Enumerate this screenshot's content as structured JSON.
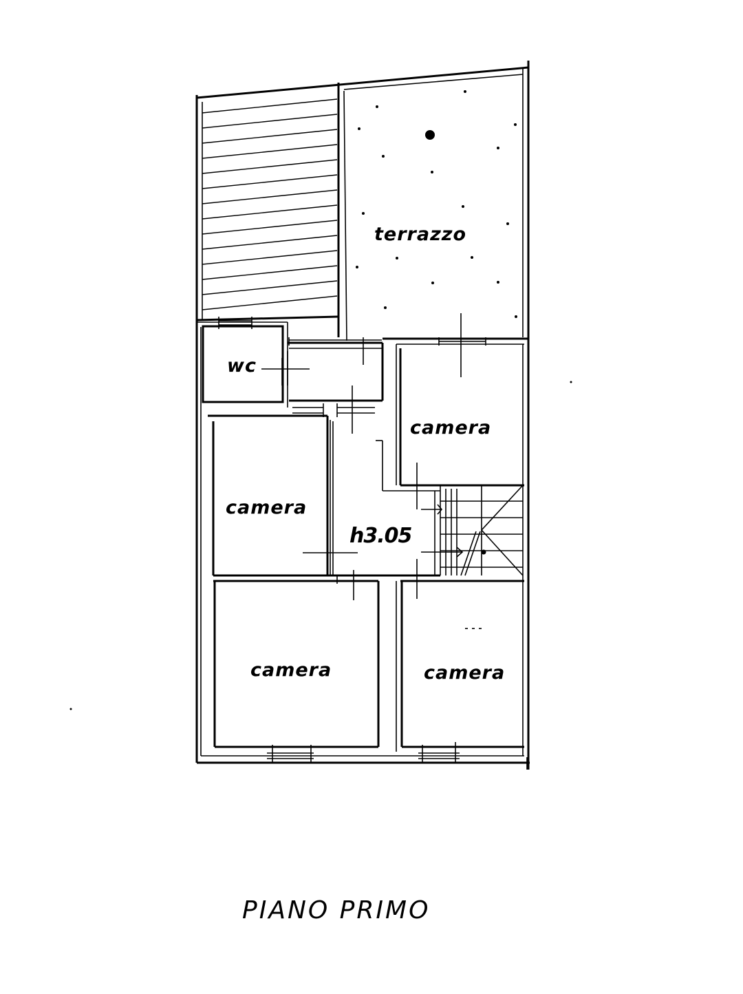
{
  "plan": {
    "floor_title": "PIANO PRIMO",
    "height_label": "h3.05",
    "rooms": [
      {
        "id": "terrazzo",
        "label": "terrazzo"
      },
      {
        "id": "wc",
        "label": "wc"
      },
      {
        "id": "camera-upper-right",
        "label": "camera"
      },
      {
        "id": "camera-middle-left",
        "label": "camera"
      },
      {
        "id": "camera-lower-left",
        "label": "camera"
      },
      {
        "id": "camera-lower-right",
        "label": "camera"
      }
    ]
  }
}
